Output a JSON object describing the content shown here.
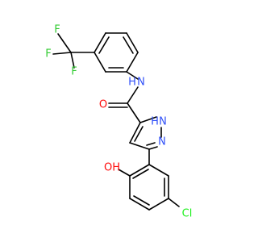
{
  "molecule": {
    "atoms": {
      "f1": "F",
      "f2": "F",
      "f3": "F",
      "nh_amide": "N",
      "h_amide": "H",
      "o_carbonyl": "O",
      "nh_pyrazole": "N",
      "h_pyrazole": "H",
      "n_pyrazole": "N",
      "oh": "OH",
      "cl": "Cl"
    },
    "colors": {
      "fluorine": "#33CC33",
      "nitrogen": "#3050F8",
      "oxygen": "#FF0D0D",
      "chlorine": "#1FF01F",
      "bond": "#000000"
    }
  }
}
